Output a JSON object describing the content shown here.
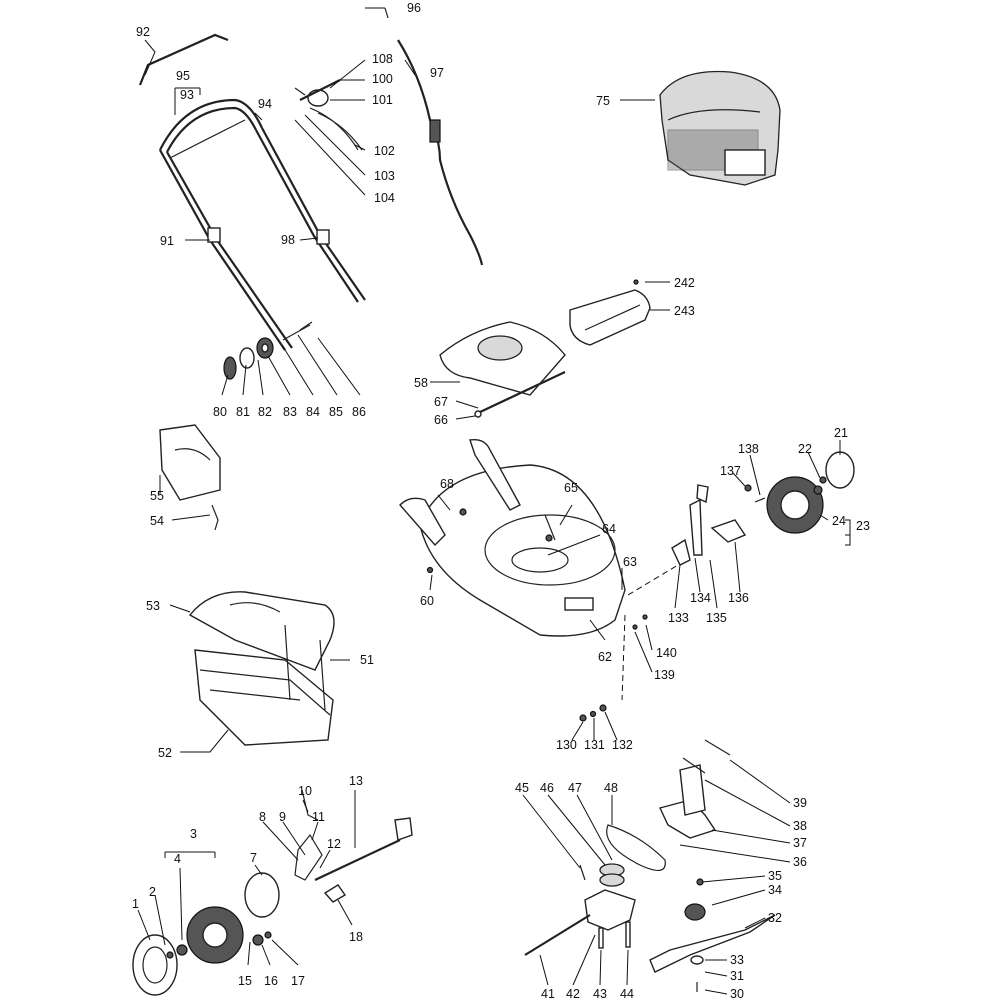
{
  "labels": {
    "l1": "1",
    "l2": "2",
    "l3": "3",
    "l4": "4",
    "l7": "7",
    "l8": "8",
    "l9": "9",
    "l10": "10",
    "l11": "11",
    "l12": "12",
    "l13": "13",
    "l15": "15",
    "l16": "16",
    "l17": "17",
    "l18": "18",
    "l21": "21",
    "l22": "22",
    "l23": "23",
    "l24": "24",
    "l30": "30",
    "l31": "31",
    "l32": "32",
    "l33": "33",
    "l34": "34",
    "l35": "35",
    "l36": "36",
    "l37": "37",
    "l38": "38",
    "l39": "39",
    "l41": "41",
    "l42": "42",
    "l43": "43",
    "l44": "44",
    "l45": "45",
    "l46": "46",
    "l47": "47",
    "l48": "48",
    "l51": "51",
    "l52": "52",
    "l53": "53",
    "l54": "54",
    "l55": "55",
    "l58": "58",
    "l60": "60",
    "l62": "62",
    "l63": "63",
    "l64": "64",
    "l65": "65",
    "l66": "66",
    "l67": "67",
    "l68": "68",
    "l75": "75",
    "l80": "80",
    "l81": "81",
    "l82": "82",
    "l83": "83",
    "l84": "84",
    "l85": "85",
    "l86": "86",
    "l91": "91",
    "l92": "92",
    "l93": "93",
    "l94": "94",
    "l95": "95",
    "l96": "96",
    "l97": "97",
    "l98": "98",
    "l100": "100",
    "l101": "101",
    "l102": "102",
    "l103": "103",
    "l104": "104",
    "l108": "108",
    "l130": "130",
    "l131": "131",
    "l132": "132",
    "l133": "133",
    "l134": "134",
    "l135": "135",
    "l136": "136",
    "l137": "137",
    "l138": "138",
    "l139": "139",
    "l140": "140",
    "l242": "242",
    "l243": "243"
  }
}
